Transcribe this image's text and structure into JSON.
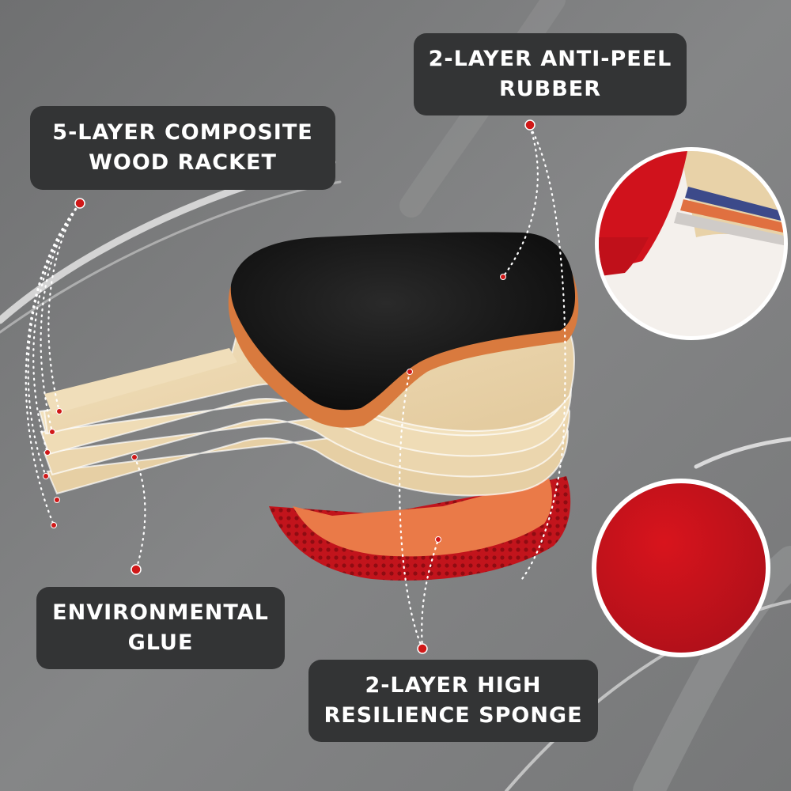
{
  "labels": {
    "wood_racket": {
      "line1": "5-LAYER COMPOSITE",
      "line2": "WOOD RACKET"
    },
    "rubber": {
      "line1": "2-LAYER ANTI-PEEL",
      "line2": "RUBBER"
    },
    "glue": {
      "line1": "ENVIRONMENTAL",
      "line2": "GLUE"
    },
    "sponge": {
      "line1": "2-LAYER HIGH",
      "line2": "RESILIENCE SPONGE"
    }
  },
  "colors": {
    "background": "#7e7f80",
    "label_box": "#333435",
    "label_text": "#ffffff",
    "rubber_black": "#141414",
    "rubber_red": "#c8141c",
    "sponge_orange": "#e5683a",
    "wood": "#f0dcb6",
    "marker_dot": "#d01818"
  },
  "icons": [
    "racket-illustration",
    "red-rubber-closeup",
    "red-rubber-disc"
  ]
}
